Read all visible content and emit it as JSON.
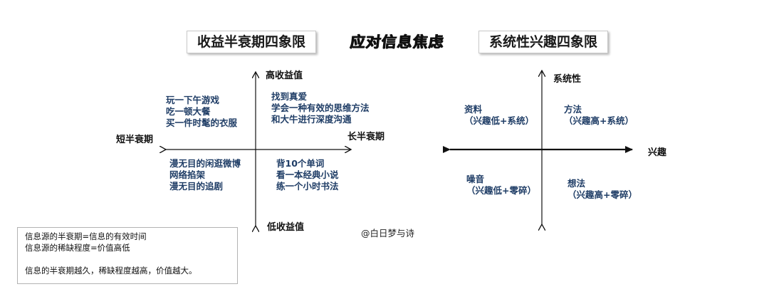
{
  "titles": {
    "left": "收益半衰期四象限",
    "center": "应对信息焦虑",
    "right": "系统性兴趣四象限"
  },
  "left_diagram": {
    "axis": {
      "top": "高收益值",
      "bottom": "低收益值",
      "left": "短半衰期",
      "right": "长半衰期"
    },
    "quadrants": {
      "top_left": [
        "玩一下午游戏",
        "吃一顿大餐",
        "买一件时髦的衣服"
      ],
      "top_right": [
        "找到真爱",
        "学会一种有效的思维方法",
        "和大牛进行深度沟通"
      ],
      "bottom_left": [
        "漫无目的闲逛微博",
        "网络掐架",
        "漫无目的追剧"
      ],
      "bottom_right": [
        "背10个单词",
        "看一本经典小说",
        "练一个小时书法"
      ]
    }
  },
  "right_diagram": {
    "axis": {
      "top": "系统性",
      "right": "兴趣"
    },
    "quadrants": {
      "top_left": [
        "资料",
        "（兴趣低+系统）"
      ],
      "top_right": [
        "方法",
        "（兴趣高+系统）"
      ],
      "bottom_left": [
        "噪音",
        "（兴趣低+零碎）"
      ],
      "bottom_right": [
        "想法",
        "（兴趣高+零碎）"
      ]
    }
  },
  "credit": "@白日梦与诗",
  "note": {
    "lines": [
      "信息源的半衰期=信息的有效时间",
      "信息源的稀缺程度=价值高低",
      "",
      "信息的半衰期越久，稀缺程度越高，价值越大。"
    ]
  }
}
